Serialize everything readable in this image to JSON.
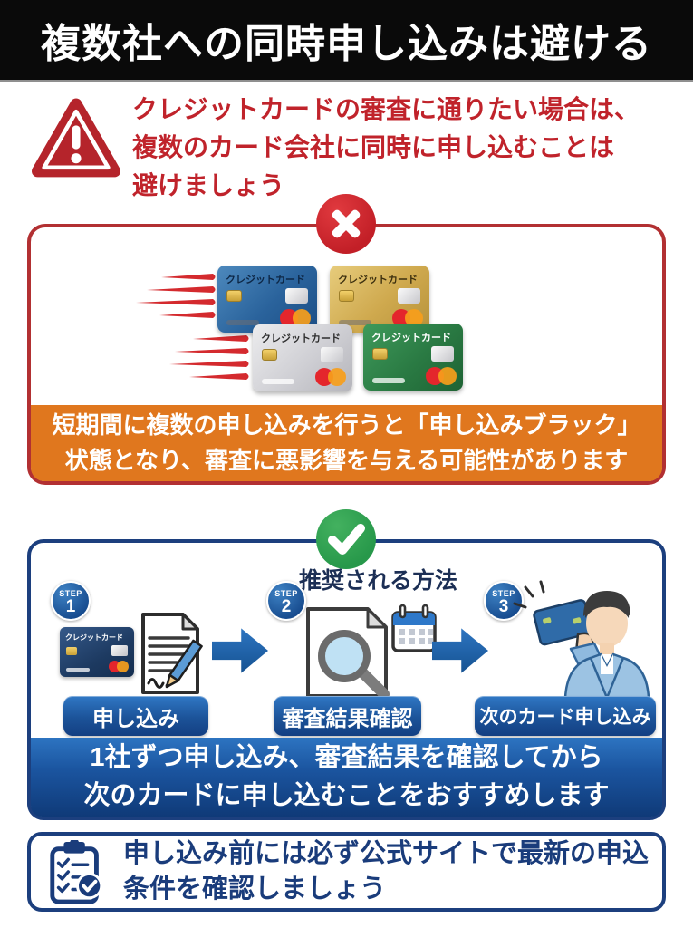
{
  "header": {
    "title": "複数社への同時申し込みは避ける"
  },
  "warning": {
    "lines": [
      "クレジットカードの審査に通りたい場合は、",
      "複数のカード会社に同時に申し込むことは",
      "避けましょう"
    ]
  },
  "bad_practice": {
    "cards": [
      {
        "label": "クレジットカード",
        "color_name": "blue"
      },
      {
        "label": "クレジットカード",
        "color_name": "gold"
      },
      {
        "label": "クレジットカード",
        "color_name": "silver"
      },
      {
        "label": "クレジットカード",
        "color_name": "green"
      }
    ],
    "caption_lines": [
      "短期間に複数の申し込みを行うと「申し込みブラック」",
      "状態となり、審査に悪影響を与える可能性があります"
    ]
  },
  "good_practice": {
    "heading": "推奨される方法",
    "steps": [
      {
        "badge": "STEP",
        "number": "1",
        "label": "申し込み",
        "card_label": "クレジットカード"
      },
      {
        "badge": "STEP",
        "number": "2",
        "label": "審査結果確認"
      },
      {
        "badge": "STEP",
        "number": "3",
        "label": "次のカード申し込み"
      }
    ],
    "caption_lines": [
      "1社ずつ申し込み、審査結果を確認してから",
      "次のカードに申し込むことをおすすめします"
    ]
  },
  "note": {
    "lines": [
      "申し込み前には必ず公式サイトで最新の申込",
      "条件を確認しましょう"
    ]
  },
  "colors": {
    "header_bg": "#0a0a0a",
    "alert_red": "#c0232b",
    "bad_box_border": "#b23032",
    "orange_banner": "#e0771e",
    "blue_border": "#1c3f7e",
    "navy_text": "#1a3c7b",
    "step_blue": "#1b5ea8",
    "check_green": "#2f9e4e"
  }
}
